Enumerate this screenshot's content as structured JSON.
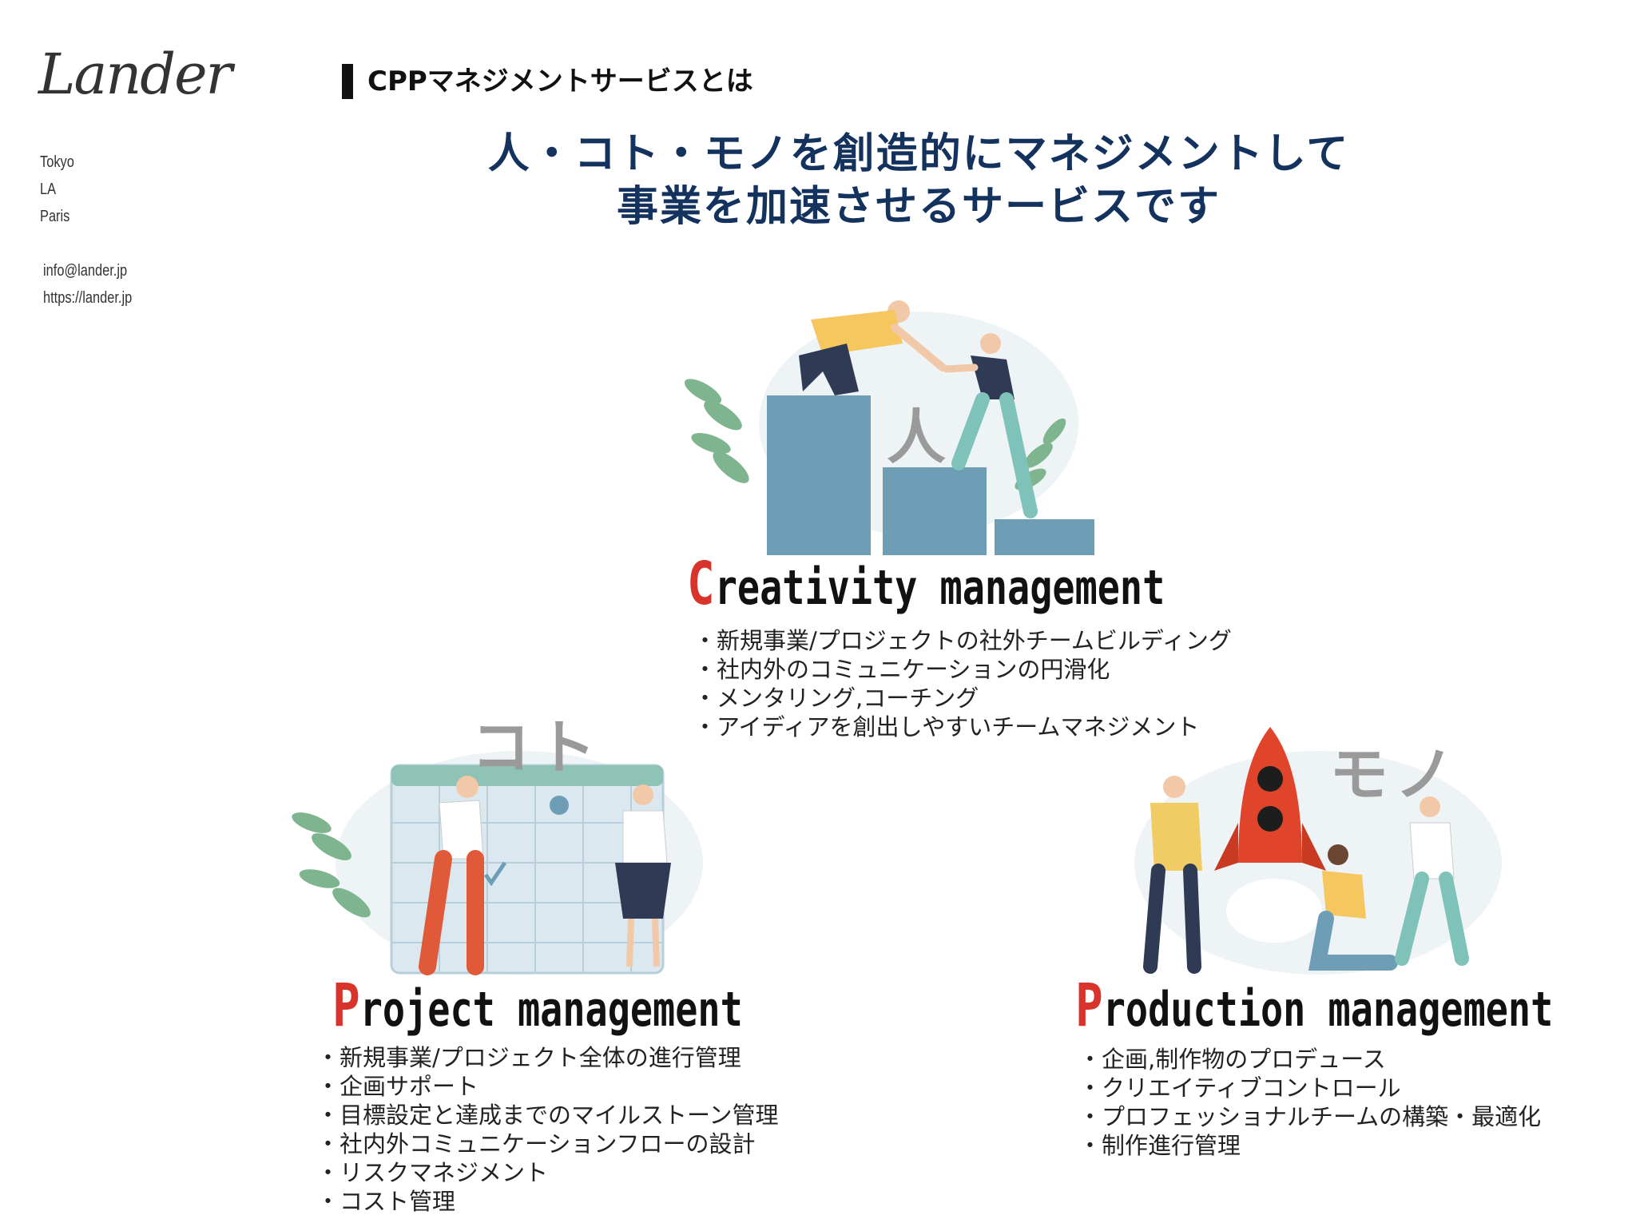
{
  "brand": {
    "logo": "Lander",
    "cities": [
      "Tokyo",
      "LA",
      "Paris"
    ],
    "email": "info@lander.jp",
    "url": "https://lander.jp"
  },
  "section": {
    "title": "CPPマネジメントサービスとは"
  },
  "hero": {
    "line1": "人・コト・モノを創造的にマネジメントして",
    "line2": "事業を加速させるサービスです"
  },
  "creativity": {
    "kana": "人",
    "title_initial": "C",
    "title_rest": "reativity management",
    "items": [
      "・新規事業/プロジェクトの社外チームビルディング",
      "・社内外のコミュニケーションの円滑化",
      "・メンタリング,コーチング",
      "・アイディアを創出しやすいチームマネジメント"
    ]
  },
  "project": {
    "kana": "コト",
    "title_initial": "P",
    "title_rest": "roject management",
    "items": [
      "・新規事業/プロジェクト全体の進行管理",
      "・企画サポート",
      "・目標設定と達成までのマイルストーン管理",
      "・社内外コミュニケーションフローの設計",
      "・リスクマネジメント",
      "・コスト管理"
    ]
  },
  "production": {
    "kana": "モノ",
    "title_initial": "P",
    "title_rest": "roduction management",
    "items": [
      "・企画,制作物のプロデュース",
      "・クリエイティブコントロール",
      "・プロフェッショナルチームの構築・最適化",
      "・制作進行管理"
    ]
  },
  "colors": {
    "accent_red": "#d9342b",
    "hero_navy": "#14325e",
    "illustration_blue": "#6e9db6",
    "kana_gray": "#9a9a9a"
  }
}
